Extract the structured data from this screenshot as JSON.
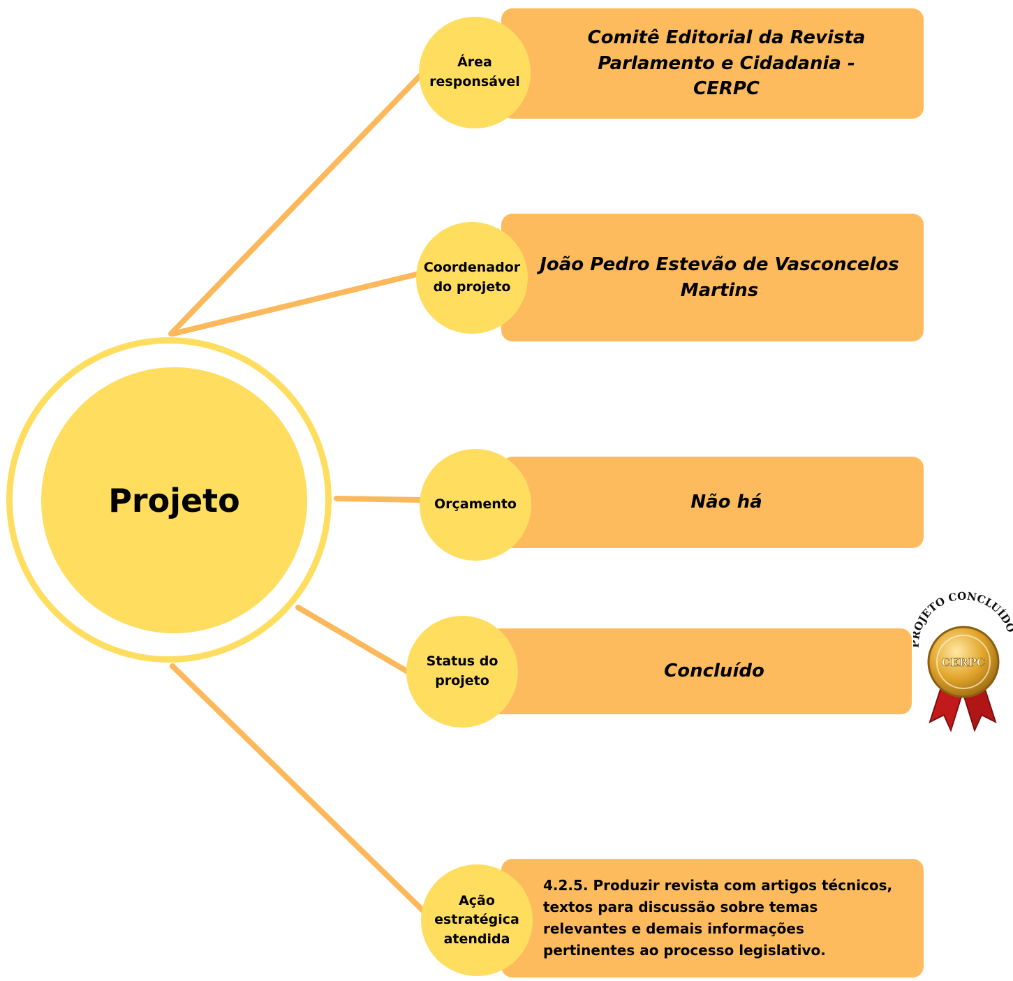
{
  "hub": {
    "title": "Projeto"
  },
  "nodes": [
    {
      "label": "Área responsável",
      "value": "Comitê Editorial da Revista Parlamento e Cidadania - CERPC"
    },
    {
      "label": "Coordenador do projeto",
      "value": "João Pedro Estevão de Vasconcelos Martins"
    },
    {
      "label": "Orçamento",
      "value": "Não há"
    },
    {
      "label": "Status do projeto",
      "value": "Concluído"
    },
    {
      "label": "Ação estratégica atendida",
      "value": "4.2.5. Produzir revista com artigos técnicos, textos para discussão sobre temas relevantes e demais informações pertinentes ao processo legislativo."
    }
  ],
  "seal": {
    "arc_text": "PROJETO CONCLUÍDO",
    "center_text": "CERPC"
  },
  "colors": {
    "ring": "#fedd5f",
    "node": "#fedd5f",
    "box": "#fdbb5d",
    "connector": "#fcb85a",
    "seal_gold": "#e2a52c",
    "seal_ribbon": "#c21a1a"
  }
}
